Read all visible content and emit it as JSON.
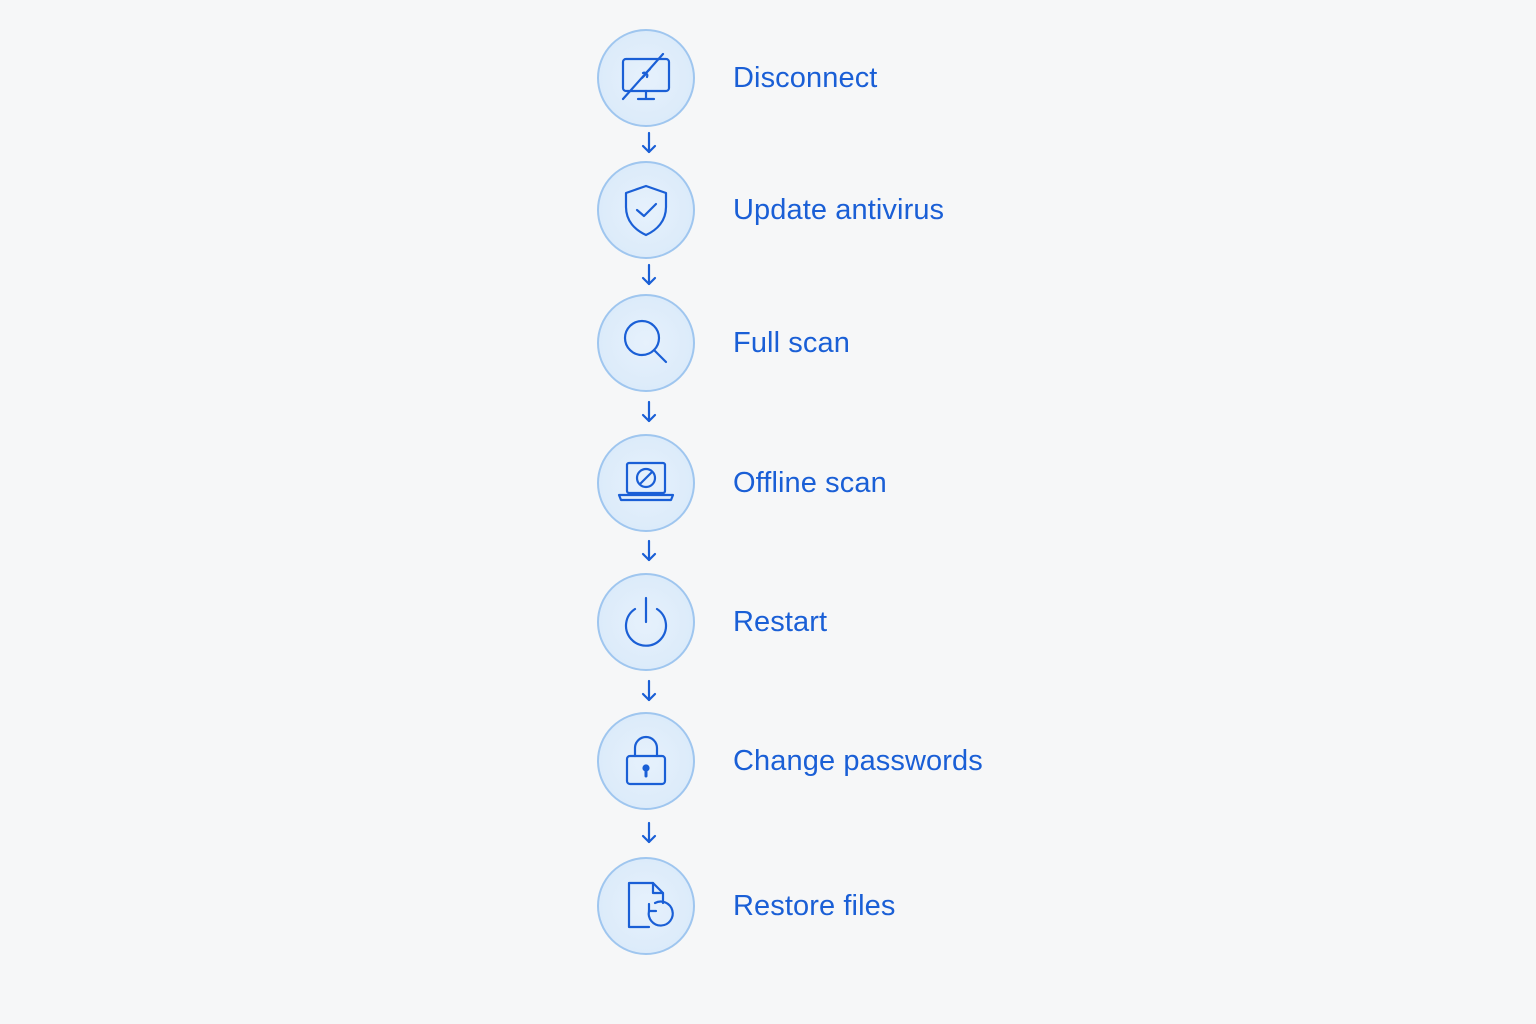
{
  "steps": [
    {
      "label": "Disconnect",
      "icon": "disconnected-monitor-icon"
    },
    {
      "label": "Update antivirus",
      "icon": "shield-check-icon"
    },
    {
      "label": "Full scan",
      "icon": "magnifier-icon"
    },
    {
      "label": "Offline scan",
      "icon": "laptop-blocked-icon"
    },
    {
      "label": "Restart",
      "icon": "power-icon"
    },
    {
      "label": "Change passwords",
      "icon": "padlock-icon"
    },
    {
      "label": "Restore files",
      "icon": "file-restore-icon"
    }
  ],
  "colors": {
    "accent": "#1a5fd6",
    "circle_border": "#9fc6ef",
    "circle_fill": "#dcebfa",
    "background": "#f6f7f8"
  }
}
